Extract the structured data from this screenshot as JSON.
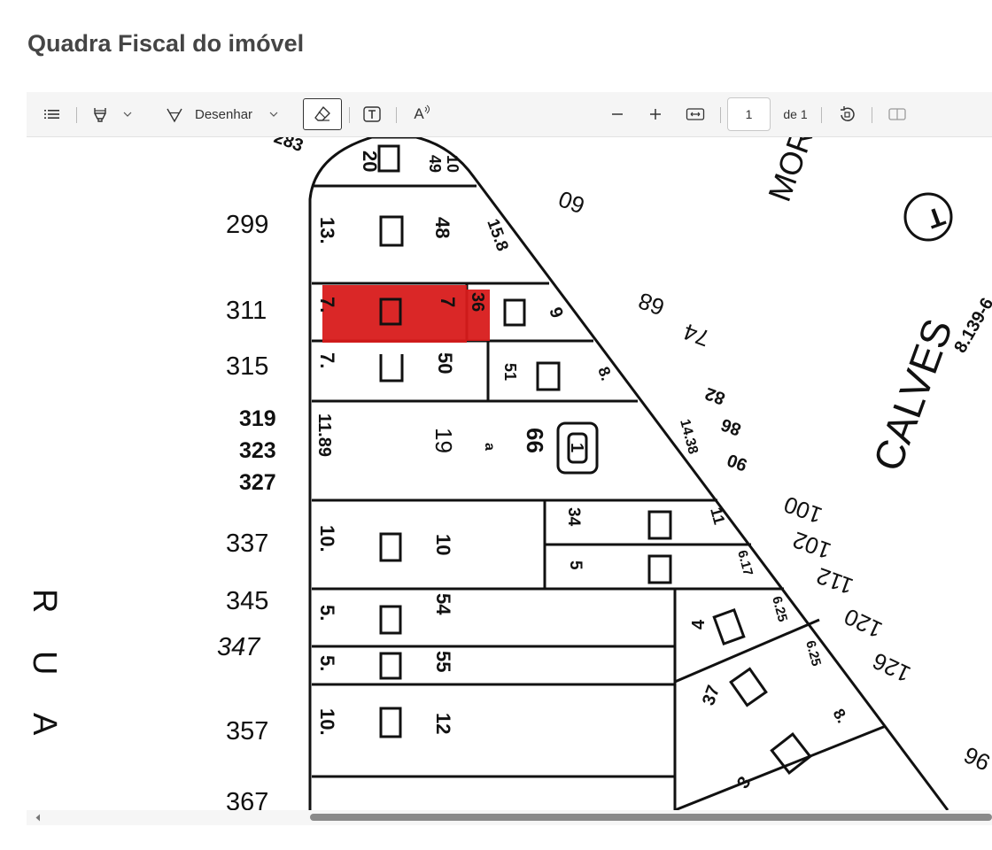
{
  "page": {
    "title": "Quadra Fiscal do imóvel"
  },
  "toolbar": {
    "draw_label": "Desenhar",
    "page_current": "1",
    "page_total_label": "de 1",
    "read_aloud_label": "A"
  },
  "map": {
    "address_labels": [
      "299",
      "311",
      "315",
      "319",
      "323",
      "327",
      "337",
      "345",
      "347",
      "357",
      "367"
    ],
    "street_left": [
      "R",
      "U",
      "A"
    ],
    "street_top": "MORD",
    "street_right": "CALVES",
    "right_code": "8.139-6",
    "circle_label": "T",
    "lot_labels": {
      "top_a": "20",
      "top_b": "49",
      "top_c": "10",
      "top_d": "283",
      "r1_a": "13.",
      "r1_b": "48",
      "r1_c": "15.8",
      "r2_a": "7.",
      "r2_b": "7",
      "r2_c": "36",
      "r2_d": "9",
      "r3_a": "7.",
      "r3_b": "50",
      "r3_c": "51",
      "r3_d": "8.",
      "r4_a": "11.89",
      "r4_b": "19",
      "r4_c": "a",
      "r4_d": "66",
      "r4_e": "1",
      "r4_f": "14.38",
      "r5_a": "10.",
      "r5_b": "10",
      "r5_c": "34",
      "r5_d": "5",
      "r5_e": "11",
      "r5_f": "6.17",
      "r6_a": "5.",
      "r6_b": "54",
      "r6_c": "4",
      "r6_d": "6.25",
      "r7_a": "5.",
      "r7_b": "55",
      "r7_c": "6.25",
      "r8_a": "10.",
      "r8_b": "12",
      "r8_c": "37",
      "r8_d": "8.",
      "r8_e": "3"
    },
    "diag_numbers": [
      "60",
      "68",
      "74",
      "82",
      "86",
      "90",
      "100",
      "102",
      "112",
      "120",
      "126",
      "96"
    ]
  }
}
